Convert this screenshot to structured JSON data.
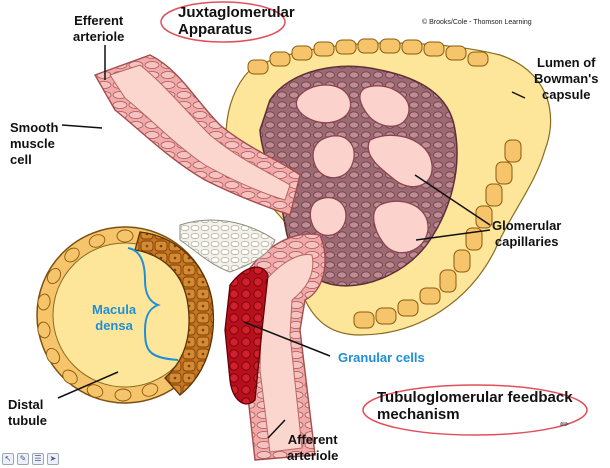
{
  "title": [
    "Juxtaglomerular",
    "Apparatus"
  ],
  "copyright": "© Brooks/Cole - Thomson Learning",
  "labels": {
    "efferent_arteriole": [
      "Efferent",
      "arteriole"
    ],
    "smooth_muscle_cell": [
      "Smooth",
      "muscle",
      "cell"
    ],
    "lumen_bowmans": [
      "Lumen of",
      "Bowman's",
      "capsule"
    ],
    "glomerular_capillaries": [
      "Glomerular",
      "capillaries"
    ],
    "macula_densa": [
      "Macula",
      "densa"
    ],
    "granular_cells": "Granular cells",
    "distal_tubule": [
      "Distal",
      "tubule"
    ],
    "afferent_arteriole": [
      "Afferent",
      "arteriole"
    ]
  },
  "feedback_title": [
    "Tubuloglomerular feedback",
    "mechanism"
  ],
  "colors": {
    "tubule_fill": "#fde59a",
    "cell_fill": "#f6c46a",
    "vessel_pink": "#f7bfb5",
    "capillary_wall": "#b9858c",
    "macula_brown": "#c9751f",
    "granular_red": "#c4111e",
    "annotation_red": "#e0505c",
    "label_blue": "#1f8fd6"
  },
  "toolbar_icons": [
    "arrow-icon",
    "pen-icon",
    "menu-icon",
    "next-icon"
  ]
}
